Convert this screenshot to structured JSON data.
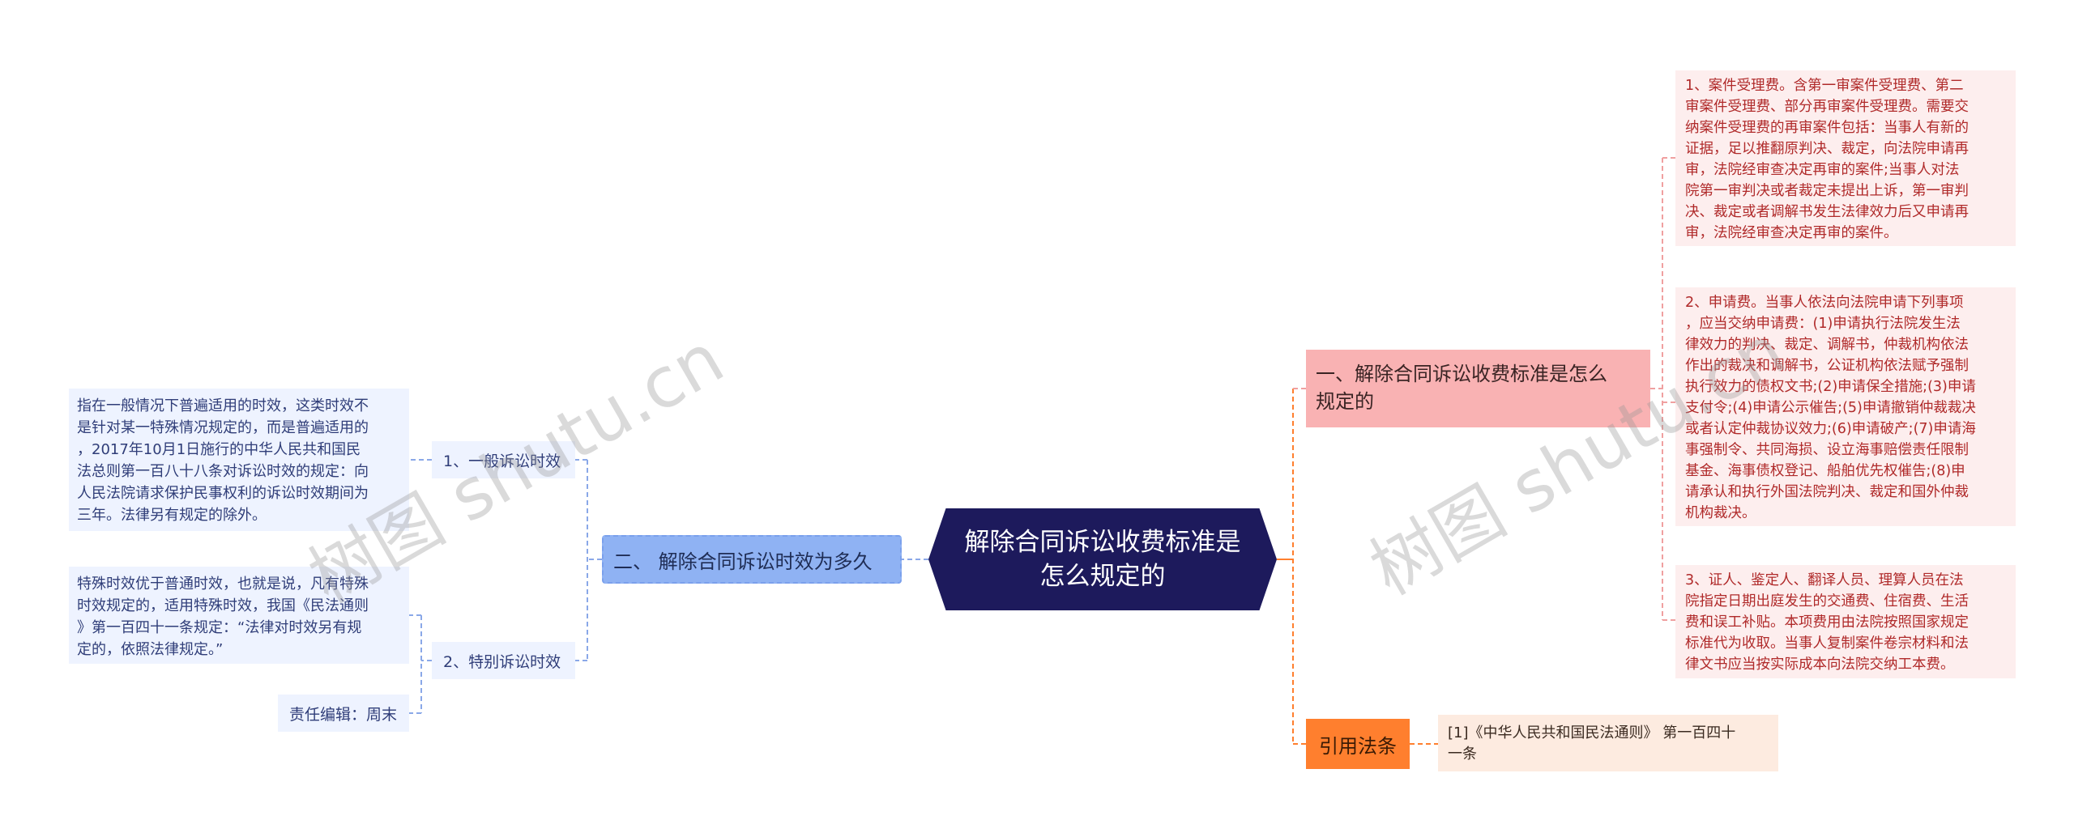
{
  "root": {
    "title": "解除合同诉讼收费标准是\n怎么规定的"
  },
  "left_branch": {
    "label": "二、 解除合同诉讼时效为多久",
    "children": [
      {
        "label": "1、一般诉讼时效",
        "detail": "指在一般情况下普遍适用的时效，这类时效不\n是针对某一特殊情况规定的，而是普遍适用的\n，2017年10月1日施行的中华人民共和国民\n法总则第一百八十八条对诉讼时效的规定：向\n人民法院请求保护民事权利的诉讼时效期间为\n三年。法律另有规定的除外。"
      },
      {
        "label": "2、特别诉讼时效",
        "detail": "特殊时效优于普通时效，也就是说，凡有特殊\n时效规定的，适用特殊时效，我国《民法通则\n》第一百四十一条规定：“法律对时效另有规\n定的，依照法律规定。”",
        "editor": "责任编辑：周末"
      }
    ]
  },
  "right_branch_1": {
    "label": "一、解除合同诉讼收费标准是怎么\n规定的",
    "items": [
      "1、案件受理费。含第一审案件受理费、第二\n审案件受理费、部分再审案件受理费。需要交\n纳案件受理费的再审案件包括：当事人有新的\n证据，足以推翻原判决、裁定，向法院申请再\n审，法院经审查决定再审的案件;当事人对法\n院第一审判决或者裁定未提出上诉，第一审判\n决、裁定或者调解书发生法律效力后又申请再\n审，法院经审查决定再审的案件。",
      "2、申请费。当事人依法向法院申请下列事项\n，应当交纳申请费：(1)申请执行法院发生法\n律效力的判决、裁定、调解书，仲裁机构依法\n作出的裁决和调解书，公证机构依法赋予强制\n执行效力的债权文书;(2)申请保全措施;(3)申请\n支付令;(4)申请公示催告;(5)申请撤销仲裁裁决\n或者认定仲裁协议效力;(6)申请破产;(7)申请海\n事强制令、共同海损、设立海事赔偿责任限制\n基金、海事债权登记、船舶优先权催告;(8)申\n请承认和执行外国法院判决、裁定和国外仲裁\n机构裁决。",
      "3、证人、鉴定人、翻译人员、理算人员在法\n院指定日期出庭发生的交通费、住宿费、生活\n费和误工补贴。本项费用由法院按照国家规定\n标准代为收取。当事人复制案件卷宗材料和法\n律文书应当按实际成本向法院交纳工本费。"
    ]
  },
  "right_branch_2": {
    "label": "引用法条",
    "item": "[1]《中华人民共和国民法通则》 第一百四十\n一条"
  },
  "watermarks": [
    "树图 shutu.cn",
    "树图 shutu.cn"
  ],
  "colors": {
    "root": "#1d1a5c",
    "blue_branch": "#8fb2f3",
    "blue_line": "#8aa8e8",
    "pink_branch": "#f9b2b3",
    "pink_text": "#b02a2a",
    "pink_line": "#f0a0a0",
    "orange_branch": "#ff7f2e",
    "orange_line": "#ff7f2e"
  }
}
